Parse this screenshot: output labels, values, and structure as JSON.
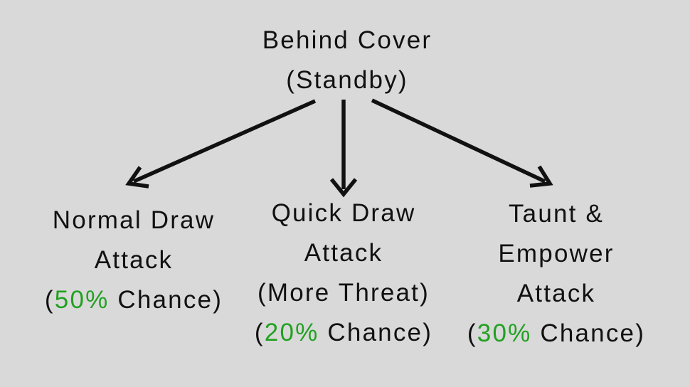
{
  "colors": {
    "background": "#d9d9d9",
    "text": "#111111",
    "accent_green": "#21a121"
  },
  "diagram": {
    "root": {
      "id": "behind-cover",
      "lines": [
        "Behind Cover",
        "(Standby)"
      ]
    },
    "children": [
      {
        "id": "normal-draw-attack",
        "lines": [
          "Normal Draw",
          "Attack"
        ],
        "chance": {
          "open": "(",
          "value": "50%",
          "rest": " Chance)"
        }
      },
      {
        "id": "quick-draw-attack",
        "lines": [
          "Quick Draw",
          "Attack",
          "(More Threat)"
        ],
        "chance": {
          "open": "(",
          "value": "20%",
          "rest": " Chance)"
        }
      },
      {
        "id": "taunt-empower-attack",
        "lines": [
          "Taunt &",
          "Empower",
          "Attack"
        ],
        "chance": {
          "open": "(",
          "value": "30%",
          "rest": " Chance)"
        }
      }
    ],
    "edges": [
      {
        "from": "behind-cover",
        "to": "normal-draw-attack"
      },
      {
        "from": "behind-cover",
        "to": "quick-draw-attack"
      },
      {
        "from": "behind-cover",
        "to": "taunt-empower-attack"
      }
    ]
  }
}
